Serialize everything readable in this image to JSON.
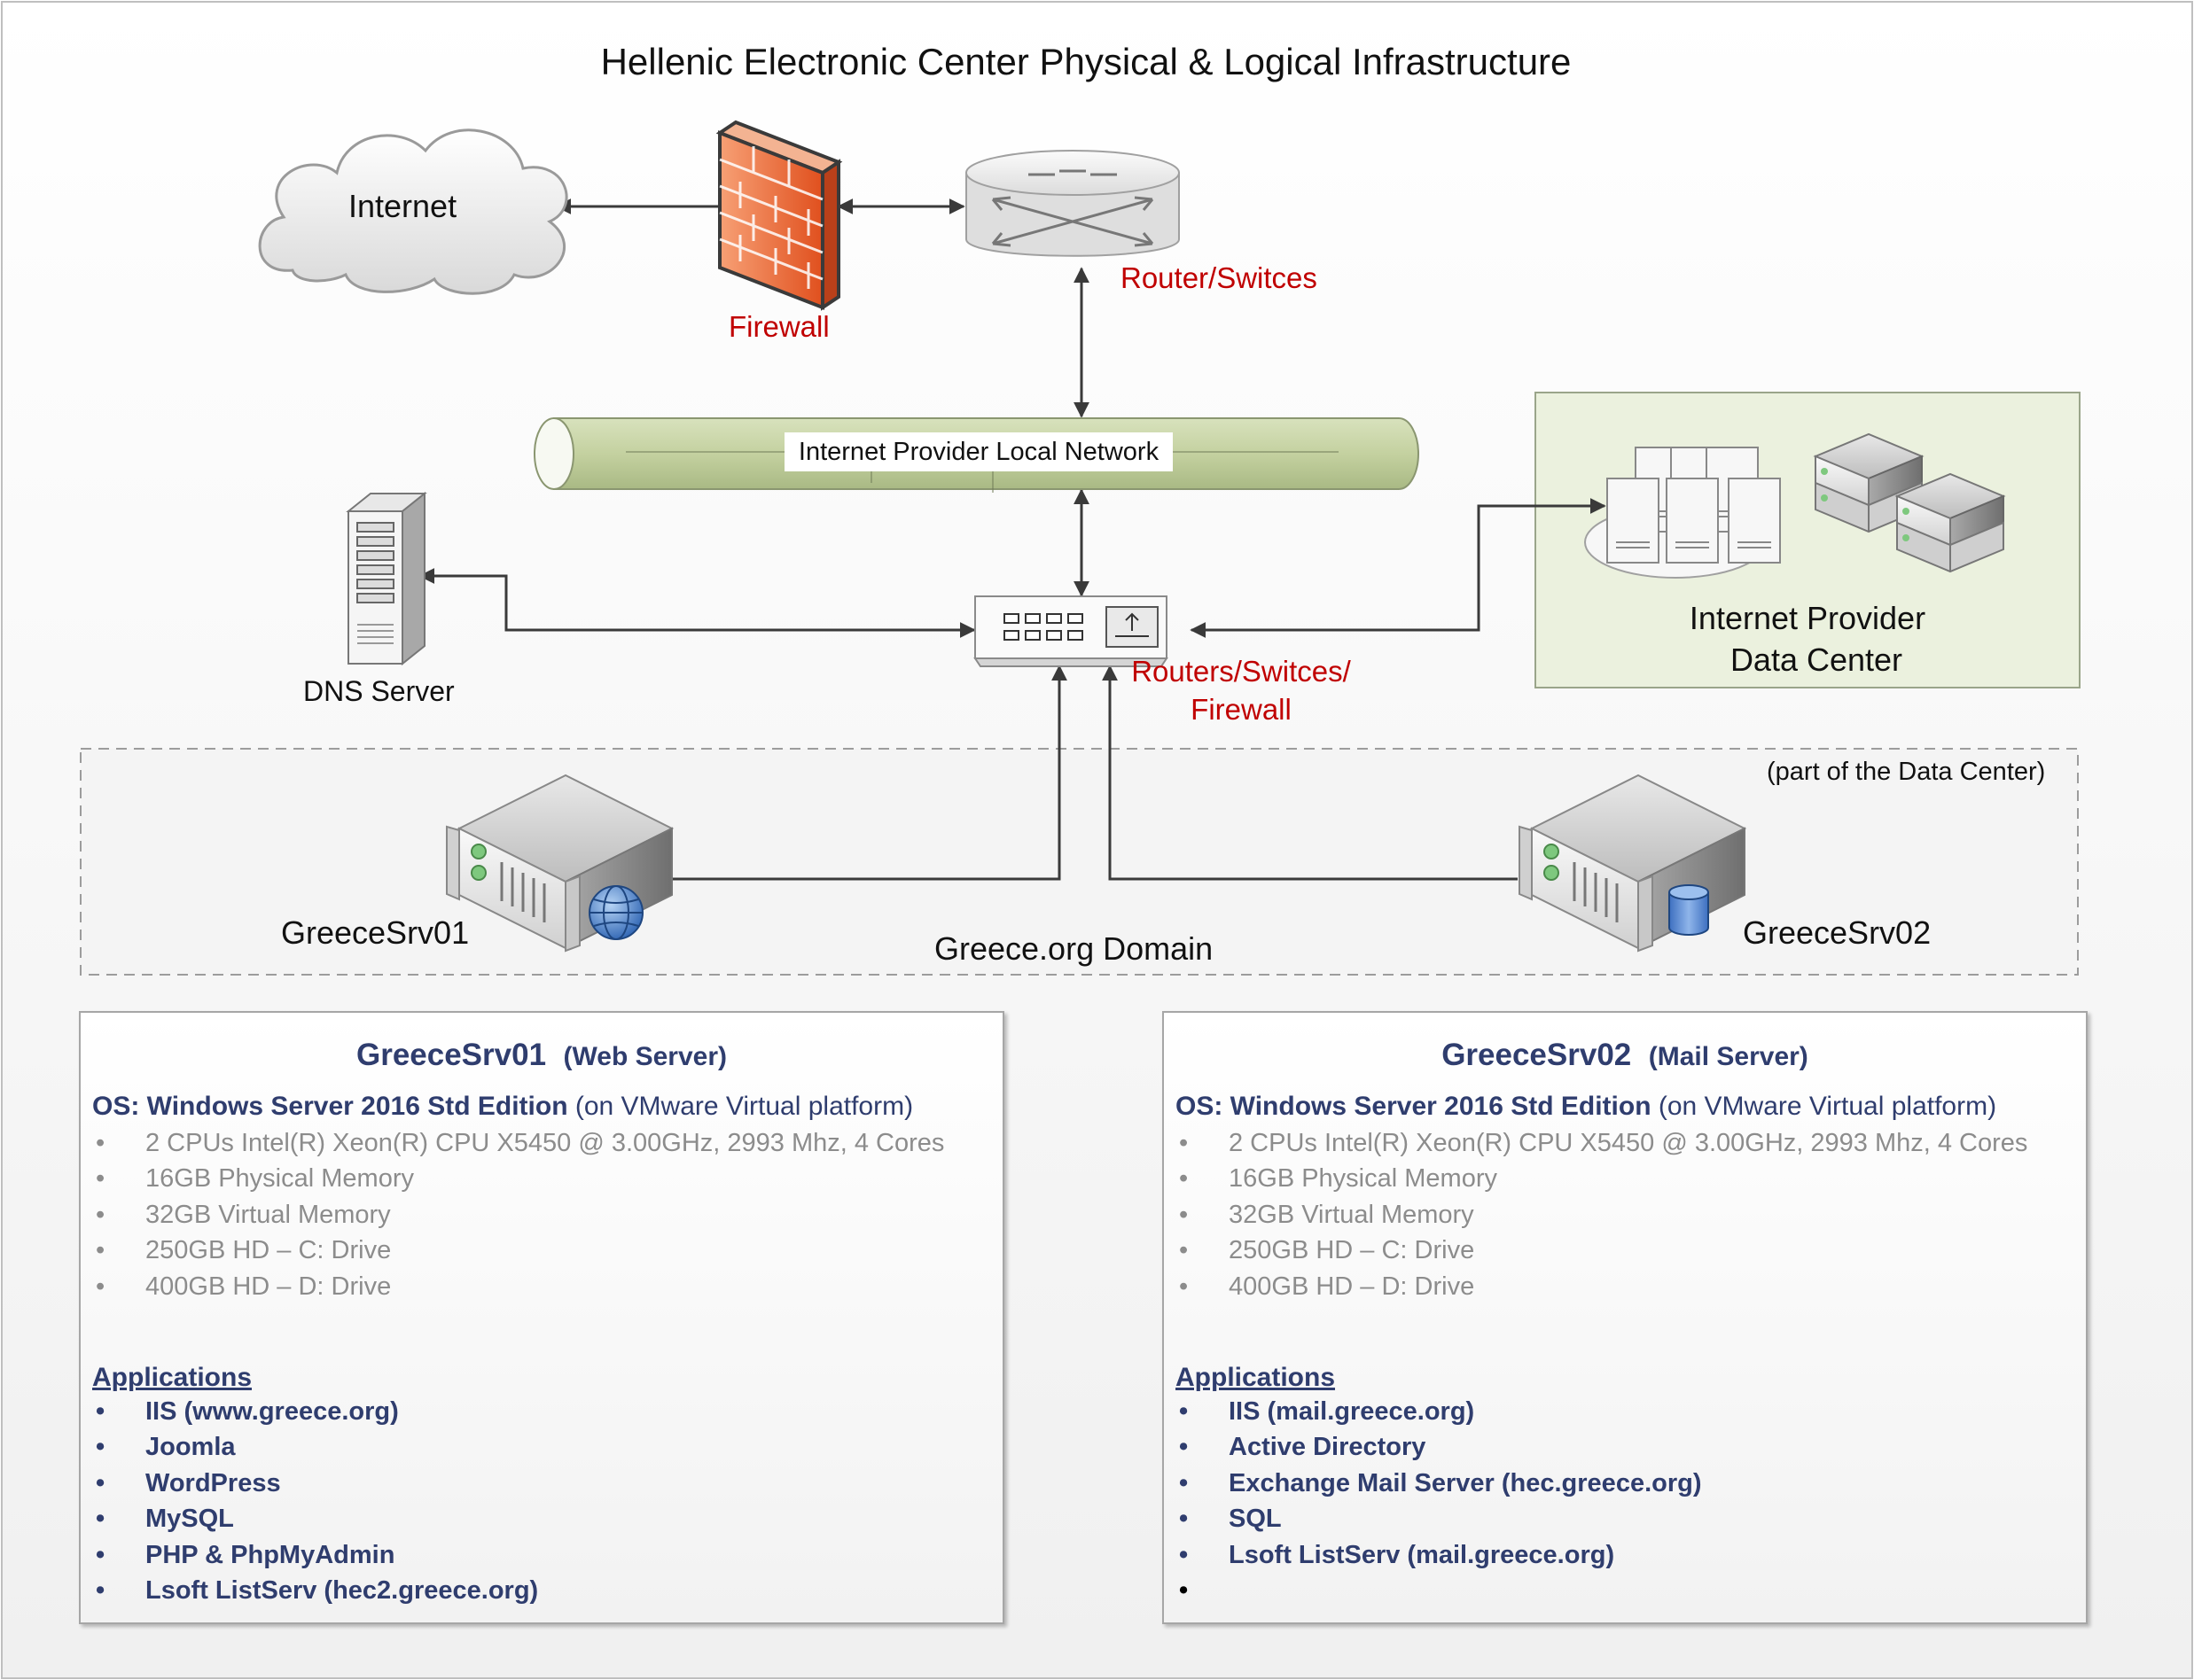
{
  "title": "Hellenic Electronic Center Physical & Logical Infrastructure",
  "nodes": {
    "internet": "Internet",
    "firewall": "Firewall",
    "router": "Router/Switces",
    "local_network": "Internet Provider Local Network",
    "dns": "DNS Server",
    "core_router_line1": "Routers/Switces/",
    "core_router_line2": "Firewall",
    "datacenter_line1": "Internet Provider",
    "datacenter_line2": "Data Center",
    "datacenter_note": "(part of the Data Center)",
    "domain": "Greece.org  Domain",
    "srv1": "GreeceSrv01",
    "srv2": "GreeceSrv02"
  },
  "servers": [
    {
      "name": "GreeceSrv01",
      "role": "(Web Server)",
      "os_bold": "OS: Windows Server 2016 Std Edition",
      "os_rest": " (on VMware Virtual platform)",
      "specs": [
        "2 CPUs Intel(R) Xeon(R) CPU  X5450  @ 3.00GHz, 2993 Mhz, 4 Cores",
        "16GB Physical Memory",
        "32GB Virtual Memory",
        "250GB HD – C: Drive",
        "400GB HD – D: Drive"
      ],
      "apps_heading": "Applications",
      "apps": [
        "IIS  (www.greece.org)",
        "Joomla",
        "WordPress",
        "MySQL",
        "PHP & PhpMyAdmin",
        "Lsoft ListServ  (hec2.greece.org)"
      ]
    },
    {
      "name": "GreeceSrv02",
      "role": "(Mail Server)",
      "os_bold": "OS: Windows Server 2016 Std Edition",
      "os_rest": " (on VMware Virtual platform)",
      "specs": [
        "2 CPUs Intel(R) Xeon(R) CPU  X5450  @ 3.00GHz, 2993 Mhz, 4 Cores",
        "16GB Physical Memory",
        "32GB Virtual Memory",
        "250GB HD – C: Drive",
        "400GB HD – D: Drive"
      ],
      "apps_heading": "Applications",
      "apps": [
        "IIS  (mail.greece.org)",
        "Active Directory",
        "Exchange Mail Server  (hec.greece.org)",
        "SQL",
        "Lsoft ListServ  (mail.greece.org)",
        ""
      ]
    }
  ],
  "colors": {
    "label_red": "#c00000",
    "heading_navy": "#2f3d6e",
    "spec_gray": "#8c8c8c",
    "network_green": "#c4d1a0",
    "datacenter_bg": "#ebf1de"
  }
}
